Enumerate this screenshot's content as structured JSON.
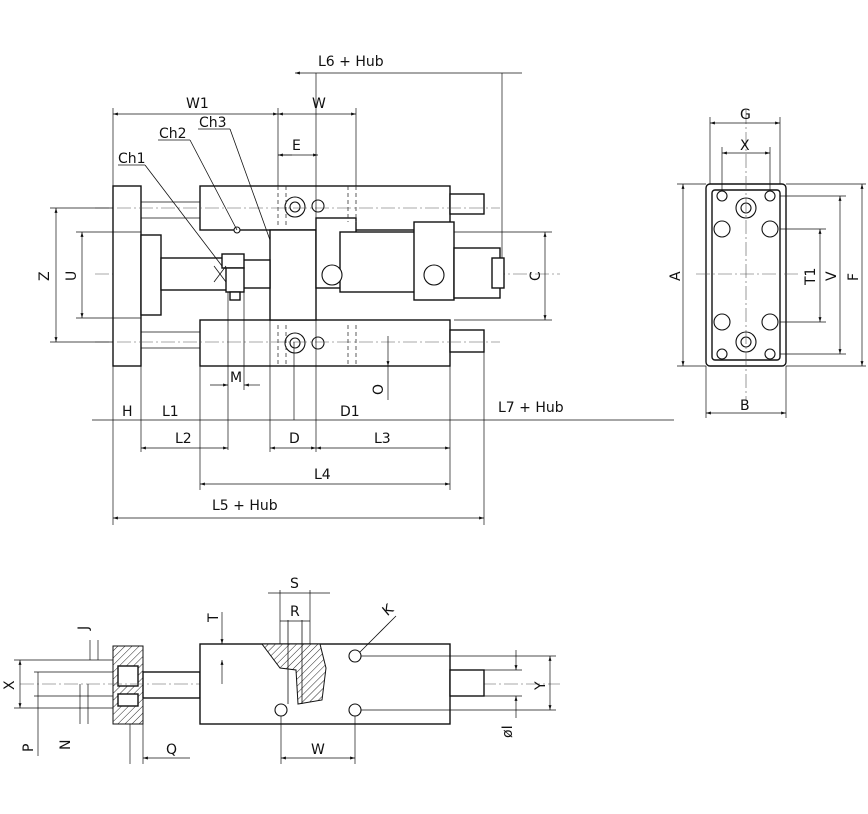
{
  "labels": {
    "l6_hub": "L6  +  Hub",
    "w1": "W1",
    "w_top": "W",
    "ch3": "Ch3",
    "ch2": "Ch2",
    "ch1": "Ch1",
    "e": "E",
    "z": "Z",
    "u": "U",
    "c": "C",
    "m": "M",
    "o": "O",
    "h": "H",
    "l1": "L1",
    "d1": "D1",
    "l7_hub": "L7  +  Hub",
    "l2": "L2",
    "d": "D",
    "l3": "L3",
    "l4": "L4",
    "l5_hub": "L5  +  Hub",
    "g": "G",
    "x_side": "X",
    "a": "A",
    "t1": "T1",
    "v": "V",
    "f": "F",
    "b": "B",
    "s": "S",
    "r": "R",
    "t": "T",
    "k": "K",
    "j": "J",
    "x_bottom": "X",
    "y": "Y",
    "phi_i": "øI",
    "p": "P",
    "n": "N",
    "q": "Q",
    "w_bottom": "W"
  }
}
